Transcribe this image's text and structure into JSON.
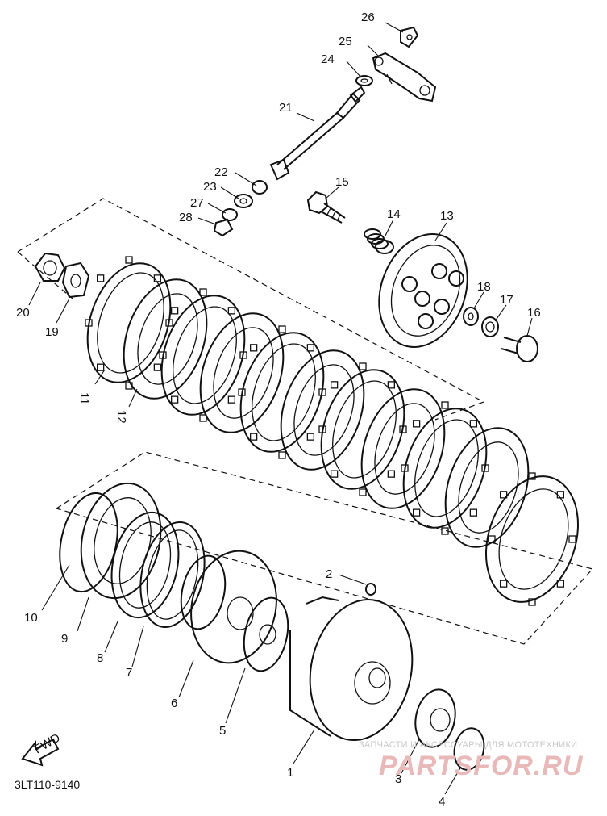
{
  "diagram": {
    "code": "3LT110-9140",
    "direction_label": "FWD",
    "callouts": [
      "1",
      "2",
      "3",
      "4",
      "5",
      "6",
      "7",
      "8",
      "9",
      "10",
      "11",
      "12",
      "13",
      "14",
      "15",
      "16",
      "17",
      "18",
      "19",
      "20",
      "21",
      "22",
      "23",
      "24",
      "25",
      "26",
      "27",
      "28"
    ]
  },
  "watermark": {
    "tagline": "ЗАПЧАСТИ И АКСЕССУАРЫ ДЛЯ МОТОТЕХНИКИ",
    "logo": "PARTSFOR.RU"
  }
}
